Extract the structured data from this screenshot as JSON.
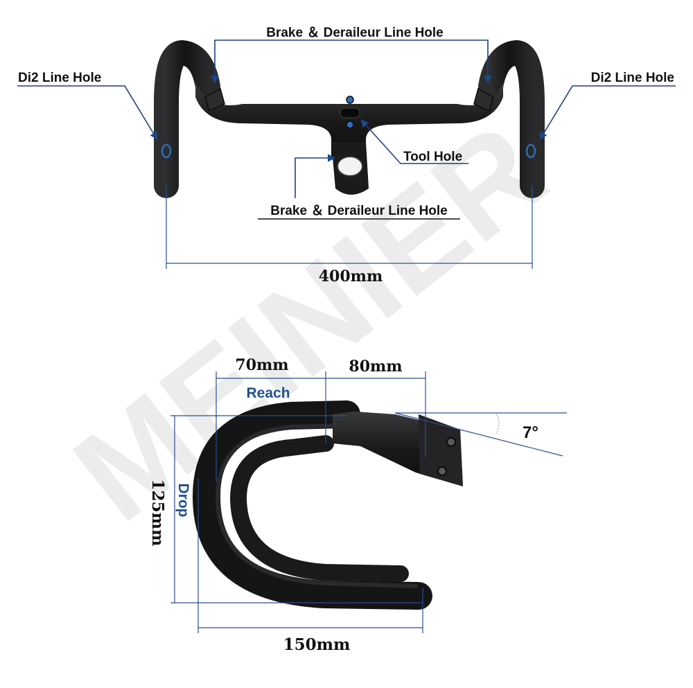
{
  "watermark": "MEINIER",
  "top_view": {
    "labels": {
      "brake_derailleur_top": "Brake ＆ Derailеur Line Hole",
      "di2_left": "Di2 Line Hole",
      "di2_right": "Di2 Line Hole",
      "tool_hole": "Tool Hole",
      "brake_derailleur_bottom": "Brake ＆ Derailеur Line Hole"
    },
    "width_dimension": "400mm"
  },
  "side_view": {
    "reach_value": "70mm",
    "reach_label": "Reach",
    "stem_length": "80mm",
    "angle": "7°",
    "drop_value": "125mm",
    "drop_label": "Drop",
    "depth": "150mm"
  },
  "colors": {
    "arrow_blue": "#1a4a8c",
    "carbon_black": "#1c1c1e",
    "label_blue": "#1f4f8f"
  }
}
